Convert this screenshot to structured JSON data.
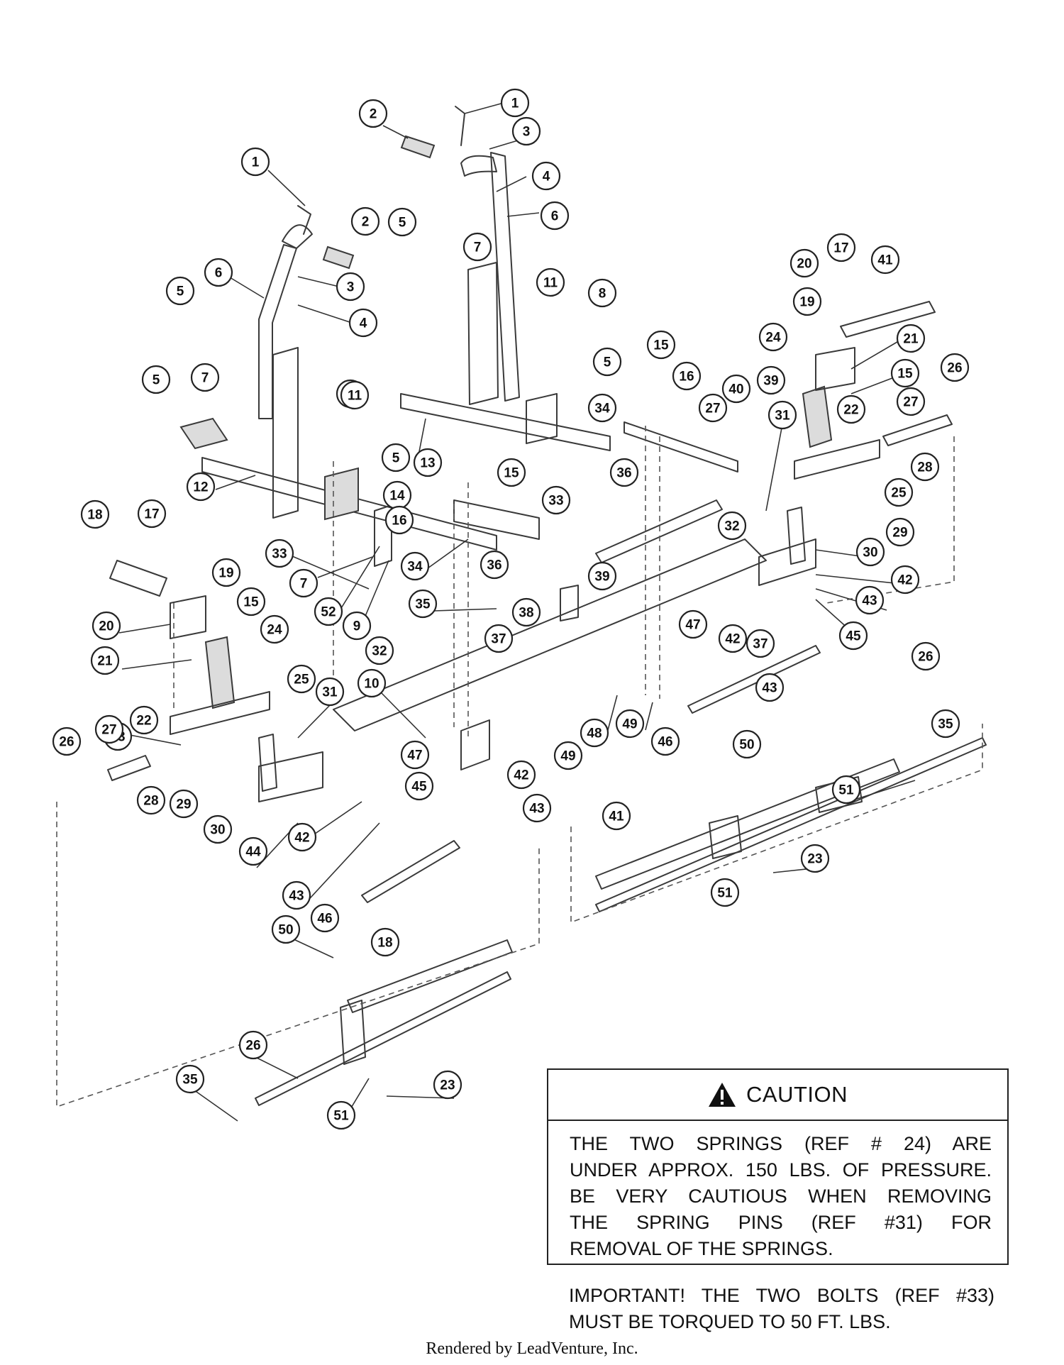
{
  "callouts": [
    {
      "label": "1"
    },
    {
      "label": "2"
    },
    {
      "label": "3"
    },
    {
      "label": "4"
    },
    {
      "label": "6"
    },
    {
      "label": "1"
    },
    {
      "label": "2"
    },
    {
      "label": "5"
    },
    {
      "label": "7"
    },
    {
      "label": "6"
    },
    {
      "label": "3"
    },
    {
      "label": "5"
    },
    {
      "label": "4"
    },
    {
      "label": "7"
    },
    {
      "label": "11"
    },
    {
      "label": "11"
    },
    {
      "label": "8"
    },
    {
      "label": "5"
    },
    {
      "label": "11"
    },
    {
      "label": "5"
    },
    {
      "label": "13"
    },
    {
      "label": "15"
    },
    {
      "label": "5"
    },
    {
      "label": "12"
    },
    {
      "label": "14"
    },
    {
      "label": "16"
    },
    {
      "label": "33"
    },
    {
      "label": "33"
    },
    {
      "label": "34"
    },
    {
      "label": "36"
    },
    {
      "label": "15"
    },
    {
      "label": "16"
    },
    {
      "label": "34"
    },
    {
      "label": "35"
    },
    {
      "label": "36"
    },
    {
      "label": "32"
    },
    {
      "label": "39"
    },
    {
      "label": "38"
    },
    {
      "label": "7"
    },
    {
      "label": "52"
    },
    {
      "label": "9"
    },
    {
      "label": "17"
    },
    {
      "label": "41"
    },
    {
      "label": "20"
    },
    {
      "label": "19"
    },
    {
      "label": "24"
    },
    {
      "label": "21"
    },
    {
      "label": "15"
    },
    {
      "label": "26"
    },
    {
      "label": "40"
    },
    {
      "label": "39"
    },
    {
      "label": "27"
    },
    {
      "label": "31"
    },
    {
      "label": "22"
    },
    {
      "label": "27"
    },
    {
      "label": "28"
    },
    {
      "label": "25"
    },
    {
      "label": "29"
    },
    {
      "label": "30"
    },
    {
      "label": "42"
    },
    {
      "label": "43"
    },
    {
      "label": "45"
    },
    {
      "label": "37"
    },
    {
      "label": "47"
    },
    {
      "label": "42"
    },
    {
      "label": "43"
    },
    {
      "label": "18"
    },
    {
      "label": "17"
    },
    {
      "label": "19"
    },
    {
      "label": "15"
    },
    {
      "label": "20"
    },
    {
      "label": "24"
    },
    {
      "label": "21"
    },
    {
      "label": "25"
    },
    {
      "label": "31"
    },
    {
      "label": "22"
    },
    {
      "label": "23"
    },
    {
      "label": "27"
    },
    {
      "label": "26"
    },
    {
      "label": "28"
    },
    {
      "label": "29"
    },
    {
      "label": "32"
    },
    {
      "label": "37"
    },
    {
      "label": "10"
    },
    {
      "label": "48"
    },
    {
      "label": "49"
    },
    {
      "label": "46"
    },
    {
      "label": "47"
    },
    {
      "label": "49"
    },
    {
      "label": "42"
    },
    {
      "label": "43"
    },
    {
      "label": "45"
    },
    {
      "label": "30"
    },
    {
      "label": "44"
    },
    {
      "label": "42"
    },
    {
      "label": "43"
    },
    {
      "label": "46"
    },
    {
      "label": "26"
    },
    {
      "label": "35"
    },
    {
      "label": "50"
    },
    {
      "label": "51"
    },
    {
      "label": "41"
    },
    {
      "label": "23"
    },
    {
      "label": "51"
    },
    {
      "label": "18"
    },
    {
      "label": "50"
    },
    {
      "label": "26"
    },
    {
      "label": "35"
    },
    {
      "label": "51"
    },
    {
      "label": "23"
    }
  ],
  "caution": {
    "title": "CAUTION",
    "lines": [
      "THE TWO SPRINGS (REF # 24) ARE",
      "UNDER APPROX. 150 LBS. OF PRESSURE.",
      "BE VERY CAUTIOUS WHEN REMOVING",
      "THE SPRING PINS (REF #31) FOR",
      "REMOVAL OF THE SPRINGS."
    ]
  },
  "important": {
    "lines": [
      "IMPORTANT! THE TWO BOLTS (REF #33)",
      "MUST BE TORQUED TO 50 FT. LBS."
    ]
  },
  "footer": "Rendered by LeadVenture, Inc."
}
